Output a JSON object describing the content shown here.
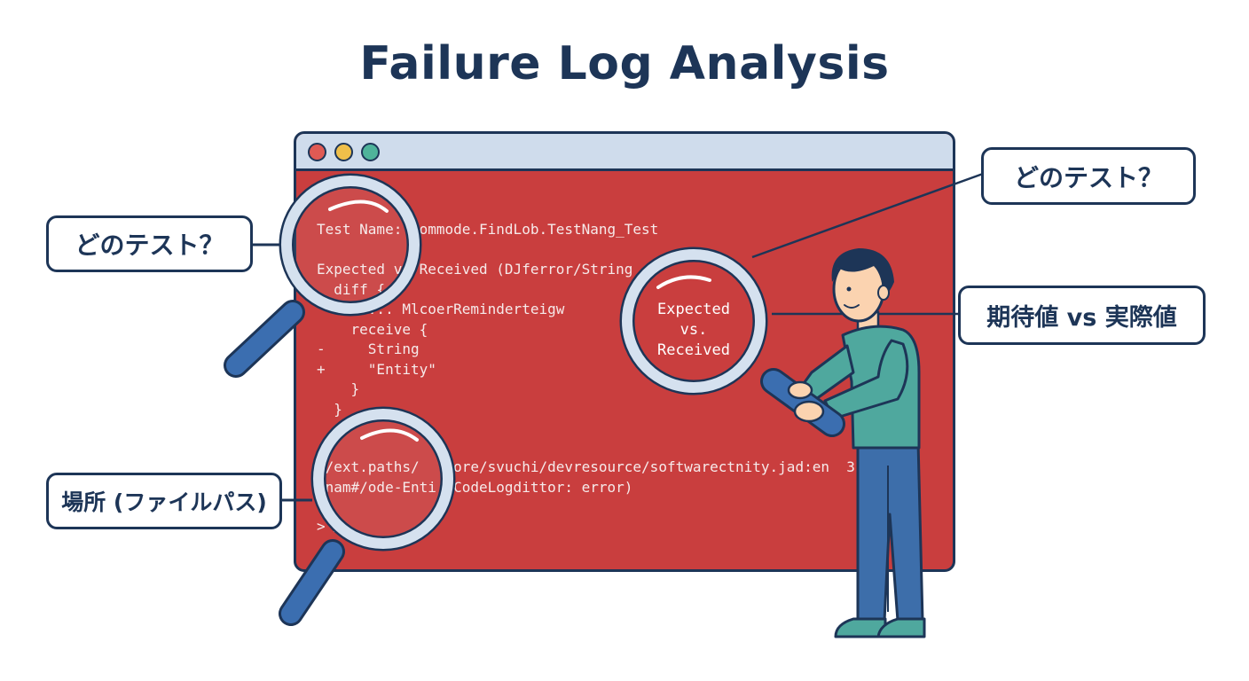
{
  "title": "Failure Log Analysis",
  "terminal": {
    "lines": [
      "Test Name: commode.FindLob.TestNang_Test",
      "",
      "Expected vs Received (DJferror/String  nteld) {",
      "  diff {",
      "    em... MlcoerReminderteigw",
      "    receive {",
      "-     String",
      "+     \"Entity\"",
      "    }",
      "  }"
    ],
    "path_lines": [
      "./ext.paths/   core/svuchi/devresource/softwarectnity.jad:en  3",
      "snam#/ode-Enti  CodeLogdittor: error)"
    ],
    "prompt": ">"
  },
  "lens_text": "Expected\nvs.\nReceived",
  "callouts": {
    "left_top": "どのテスト？",
    "right_top": "どのテスト？",
    "right_mid": "期待値 vs 実際値",
    "left_bottom": "場所 (ファイルパス)"
  },
  "colors": {
    "navy": "#1d3557",
    "terminal_red": "#c93e3e",
    "window_bar": "#cfdcec",
    "handle_blue": "#3b6eb0",
    "shirt_teal": "#4fa89e",
    "pants_blue": "#3d6eaa"
  }
}
